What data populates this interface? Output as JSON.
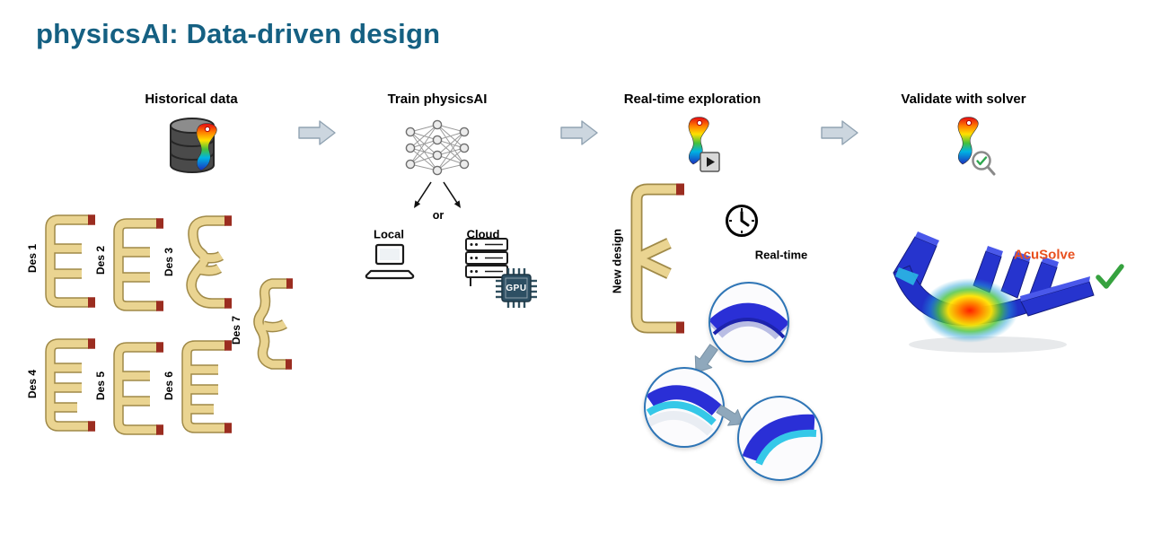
{
  "slide": {
    "title": "physicsAI: Data-driven design"
  },
  "stages": [
    {
      "label": "Historical data"
    },
    {
      "label": "Train physicsAI"
    },
    {
      "label": "Real-time exploration"
    },
    {
      "label": "Validate with solver"
    }
  ],
  "historical": {
    "designs": [
      "Des 1",
      "Des 2",
      "Des 3",
      "Des 4",
      "Des 5",
      "Des 6",
      "Des 7"
    ]
  },
  "train": {
    "or_label": "or",
    "local_label": "Local",
    "cloud_label": "Cloud",
    "gpu_label": "GPU"
  },
  "exploration": {
    "new_design_label": "New design",
    "realtime_label": "Real-time"
  },
  "validation": {
    "solver_label": "AcuSolve"
  },
  "icons": {
    "database": "database-icon",
    "fea_model": "fea-model-icon",
    "neural_network": "neural-network-icon",
    "branch_arrows": "branch-arrows-icon",
    "laptop": "laptop-icon",
    "server": "server-icon",
    "gpu_chip": "gpu-chip-icon",
    "play_button": "play-button-icon",
    "clock": "clock-icon",
    "magnifier_check": "magnifier-check-icon",
    "flow_arrow": "flow-arrow-icon",
    "zoom_link_arrow": "zoom-link-arrow-icon",
    "green_check": "green-checkmark-icon"
  },
  "colors": {
    "title_teal": "#156082",
    "acusolve_orange": "#E8501E",
    "check_green": "#36A23F",
    "tube_fill": "#EAD491",
    "tube_outline": "#A08A48",
    "tube_cap_red": "#9B2D20",
    "flow_arrow_fill": "#CCD6DF",
    "zoom_ring_blue": "#2E75B6",
    "band_blue": "#2A2FD6",
    "band_cyan": "#35C8E8"
  }
}
